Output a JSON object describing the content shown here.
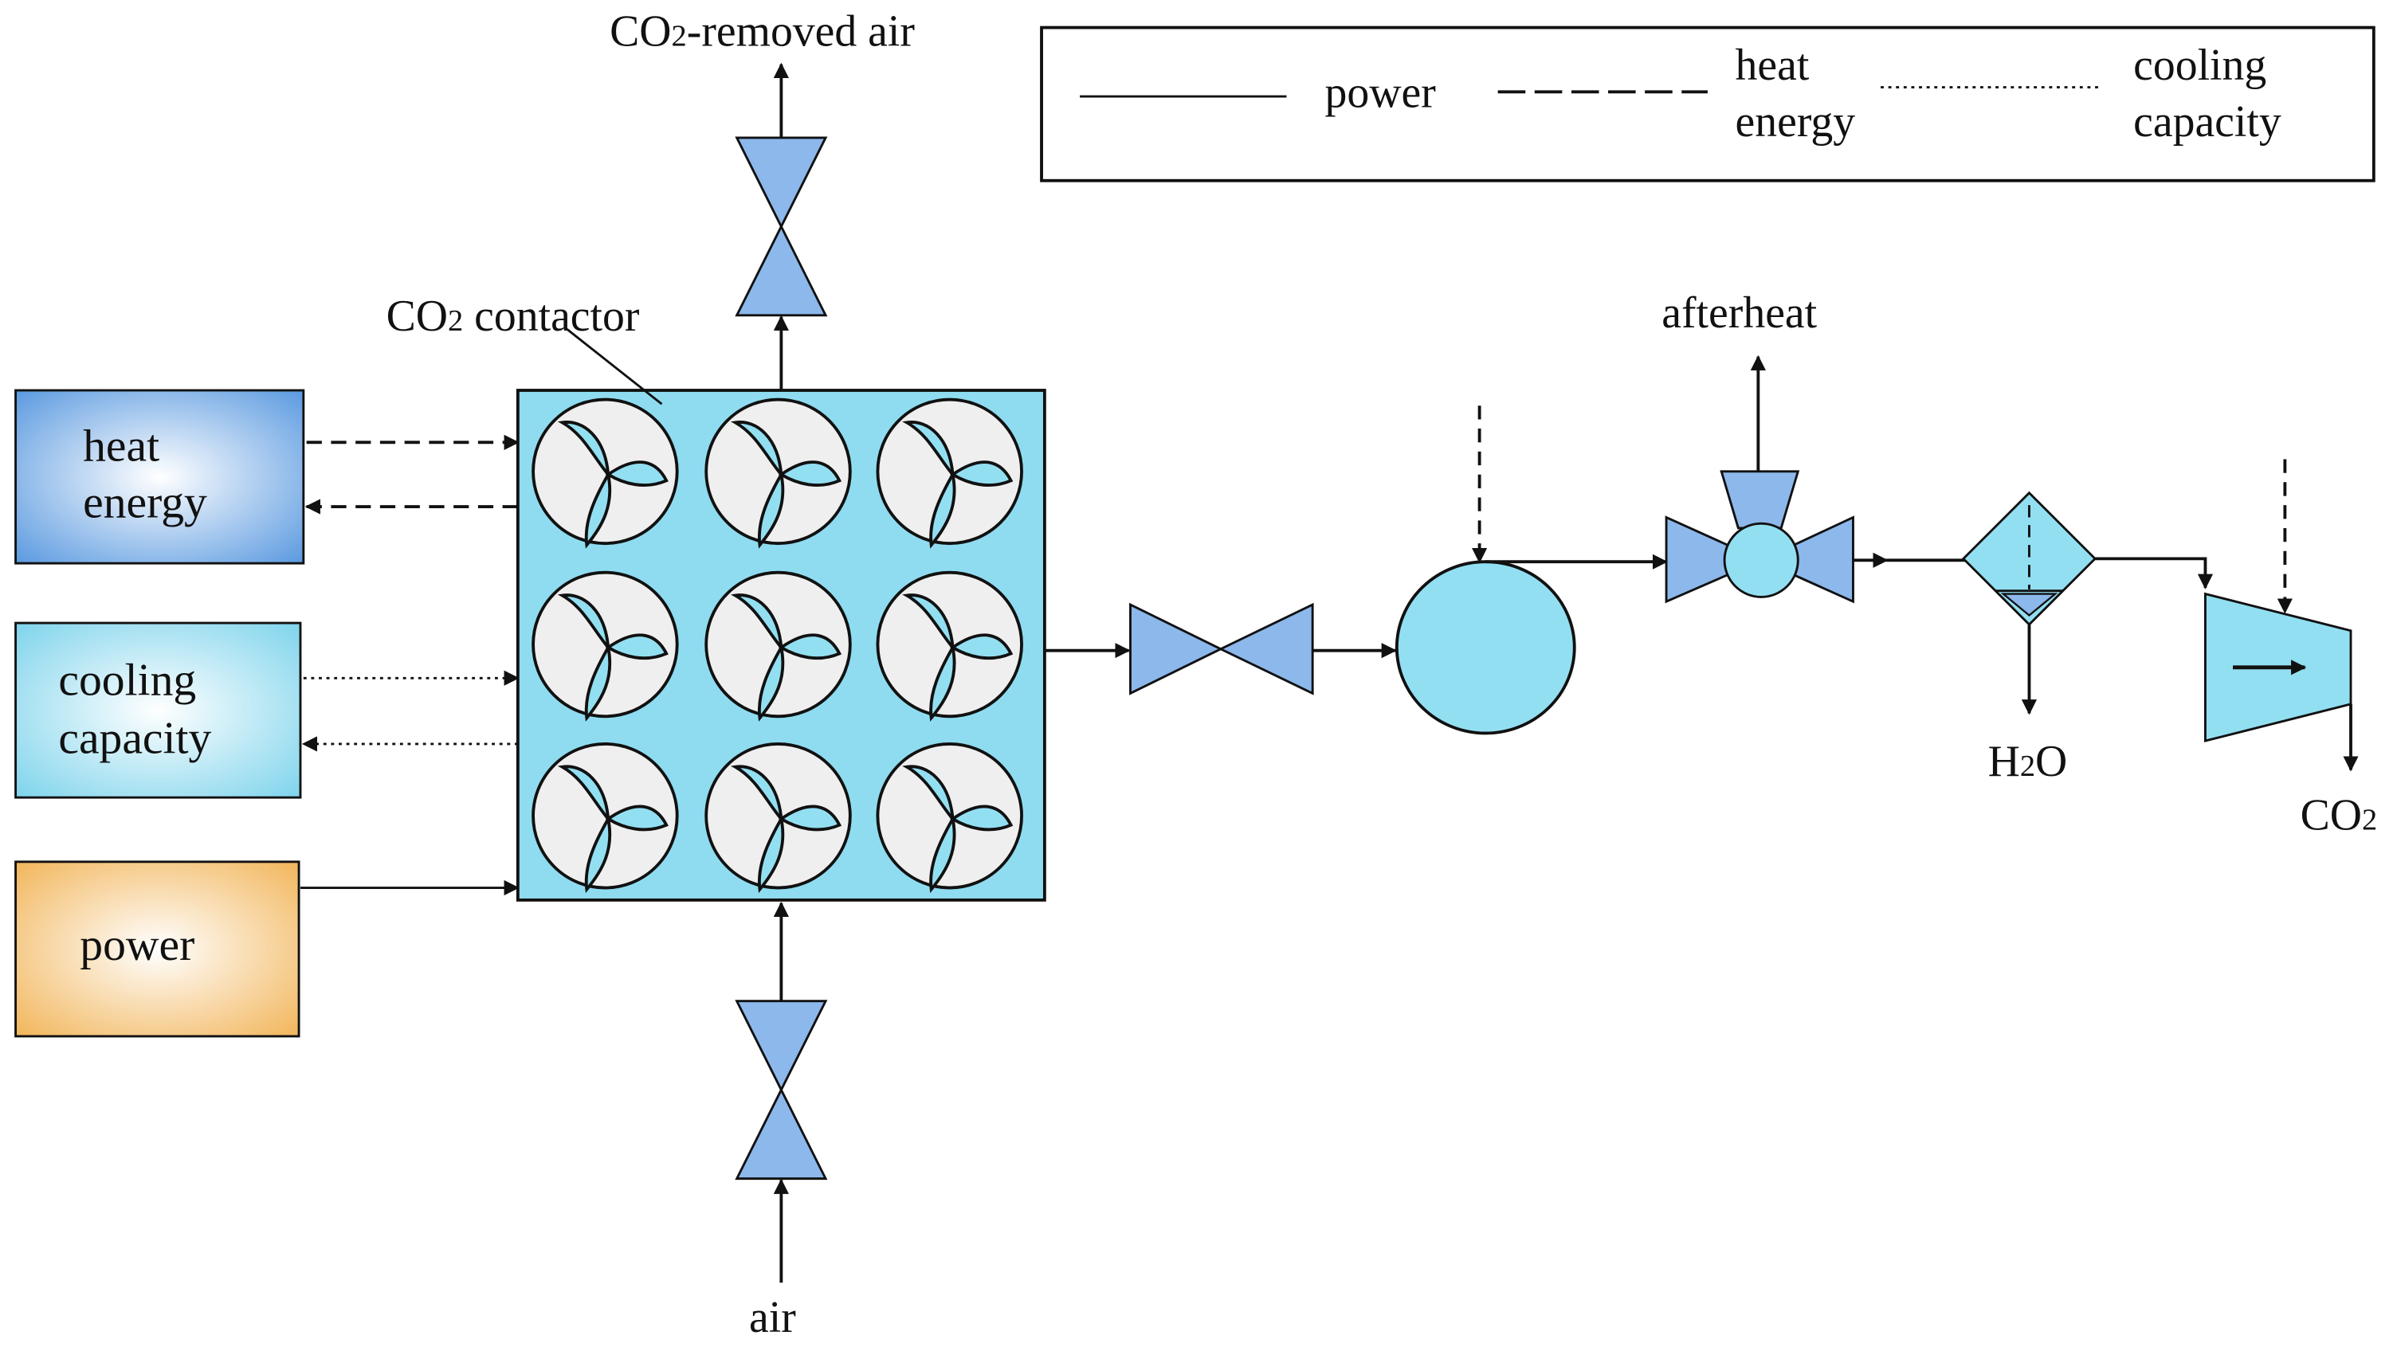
{
  "legend": {
    "power": "power",
    "heat_energy_line1": "heat",
    "heat_energy_line2": "energy",
    "cooling_capacity_line1": "cooling",
    "cooling_capacity_line2": "capacity"
  },
  "sources": {
    "heat_line1": "heat",
    "heat_line2": "energy",
    "cooling_line1": "cooling",
    "cooling_line2": "capacity",
    "power": "power"
  },
  "labels": {
    "removed_air_co": "CO",
    "removed_air_sub": "2",
    "removed_air_rest": "-removed air",
    "contactor_co": "CO",
    "contactor_sub": "2",
    "contactor_rest": " contactor",
    "afterheat": "afterheat",
    "water_h": "H",
    "water_sub": "2",
    "water_o": "O",
    "co2_co": "CO",
    "co2_sub": "2",
    "air": "air"
  },
  "colors": {
    "heat_energy_box": "#5b9ae0",
    "cooling_capacity_box": "#7fd4ec",
    "power_box": "#f2b65c",
    "contactor": "#8fdcf0",
    "valve": "#8cb8ec",
    "equipment": "#93dff2",
    "fan_housing": "#efefef"
  }
}
